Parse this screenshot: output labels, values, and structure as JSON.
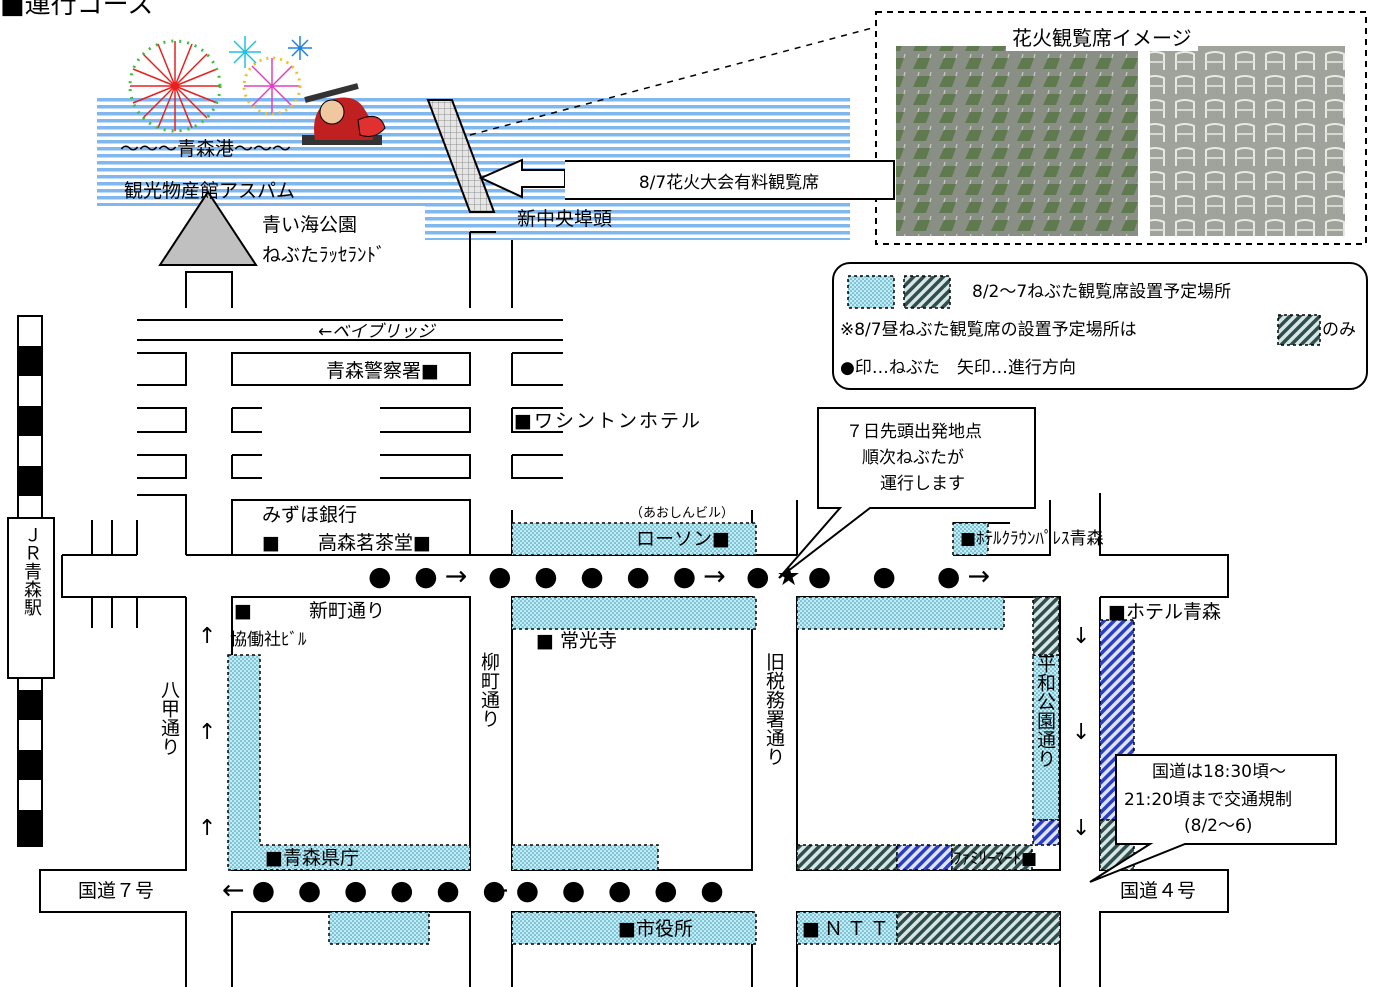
{
  "header": {
    "title": "■運行コース"
  },
  "sea": {
    "harbor_label": "～～～青森港～～～",
    "aspam": "観光物産館アスパム",
    "park": "青い海公園",
    "rasserand": "ねぶたﾗｯｾﾗﾝﾄﾞ",
    "pier": "新中央埠頭"
  },
  "callouts": {
    "fireworks_seats": "8/7花火大会有料観覧席",
    "start_point": [
      "７日先頭出発地点",
      "順次ねぶたが",
      "運行します"
    ],
    "traffic": [
      "国道は18:30頃～",
      "21:20頃まで交通規制",
      "(8/2～6)"
    ]
  },
  "photo_panel": {
    "title": "花火観覧席イメージ"
  },
  "legend": {
    "line1": "8/2～7ねぶた観覧席設置予定場所",
    "line2_a": "※8/7昼ねぶた観覧席の設置予定場所は",
    "line2_b": "のみ",
    "line3": "●印…ねぶた　矢印…進行方向"
  },
  "places": {
    "bay_bridge": "←ベイブリッジ",
    "police": "青森警察署■",
    "washington": "■ワシントンホテル",
    "mizuho": "みずほ銀行",
    "takamori": "■　　高森茗茶堂■",
    "aoshin": "（あおしんビル）",
    "lawson": "ローソン■",
    "crown": "■ﾎﾃﾙｸﾗｳﾝﾊﾟﾚｽ青森",
    "shinmachi": "■　　　新町通り",
    "kyodo": "協働社ﾋﾞﾙ",
    "joko": "■ 常光寺",
    "hotel_aomori": "■ホテル青森",
    "prefecture": "■青森県庁",
    "city_hall": "■市役所",
    "family_mart": "ﾌｧﾐﾘｰﾏｰﾄ■",
    "ntt": "■ＮＴＴ",
    "route7": "国道７号",
    "route4": "国道４号",
    "jr_station": "ＪＲ青森駅"
  },
  "streets": {
    "hakko": "八甲通り",
    "yanagi": "柳町通り",
    "kyuzei": "旧税務署通り",
    "heiwa": "平和公園通り"
  },
  "nebuta": {
    "shinmachi_1": "● ●→",
    "shinmachi_2": "● ● ● ● ●→",
    "shinmachi_3": "●★●　●　●→",
    "route7_1": "←● ● ● ● ● ●",
    "route7_2": "←● ● ● ● ●",
    "up": "↑",
    "down": "↓"
  },
  "colors": {
    "seat_dotted": "#bfeef7",
    "seat_hatched": "#2f4f4f",
    "seat_blue": "#2a3fbf",
    "sea_stripe": "#7fb7ee"
  }
}
